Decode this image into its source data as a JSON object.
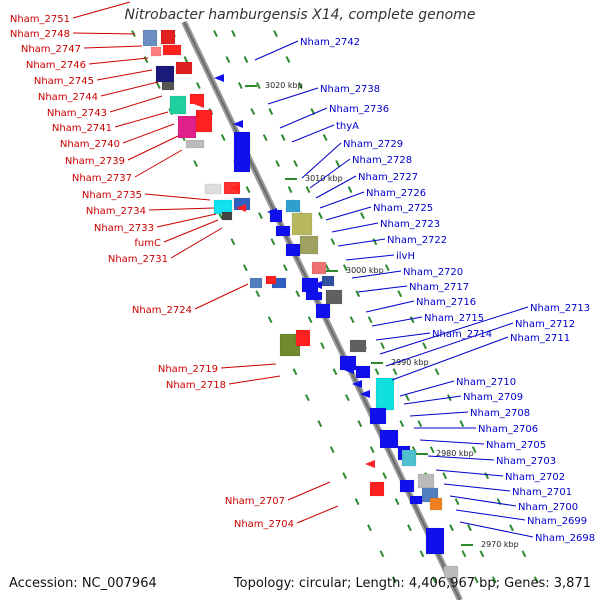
{
  "title": "Nitrobacter hamburgensis X14, complete genome",
  "footer": {
    "accession": "Accession: NC_007964",
    "topology": "Topology: circular; Length: 4,406,967 bp; Genes: 3,871"
  },
  "colors": {
    "left_label": "#cc0000",
    "right_label": "#0000cc",
    "axis": "#777777",
    "tick": "#2d8a2d"
  },
  "kbp_ticks": [
    "3020 kbp",
    "3010 kbp",
    "3000 kbp",
    "2990 kbp",
    "2980 kbp",
    "2970 kbp"
  ],
  "left_labels": [
    "Nham_2751",
    "Nham_2748",
    "Nham_2747",
    "Nham_2746",
    "Nham_2745",
    "Nham_2744",
    "Nham_2743",
    "Nham_2741",
    "Nham_2740",
    "Nham_2739",
    "Nham_2737",
    "Nham_2735",
    "Nham_2734",
    "Nham_2733",
    "fumC",
    "Nham_2731",
    "Nham_2724",
    "Nham_2719",
    "Nham_2718",
    "Nham_2707",
    "Nham_2704"
  ],
  "right_labels": [
    "Nham_2742",
    "Nham_2738",
    "Nham_2736",
    "thyA",
    "Nham_2729",
    "Nham_2728",
    "Nham_2727",
    "Nham_2726",
    "Nham_2725",
    "Nham_2723",
    "Nham_2722",
    "ilvH",
    "Nham_2720",
    "Nham_2717",
    "Nham_2716",
    "Nham_2715",
    "Nham_2714",
    "Nham_2713",
    "Nham_2712",
    "Nham_2711",
    "Nham_2710",
    "Nham_2709",
    "Nham_2708",
    "Nham_2706",
    "Nham_2705",
    "Nham_2703",
    "Nham_2702",
    "Nham_2701",
    "Nham_2700",
    "Nham_2699",
    "Nham_2698"
  ]
}
